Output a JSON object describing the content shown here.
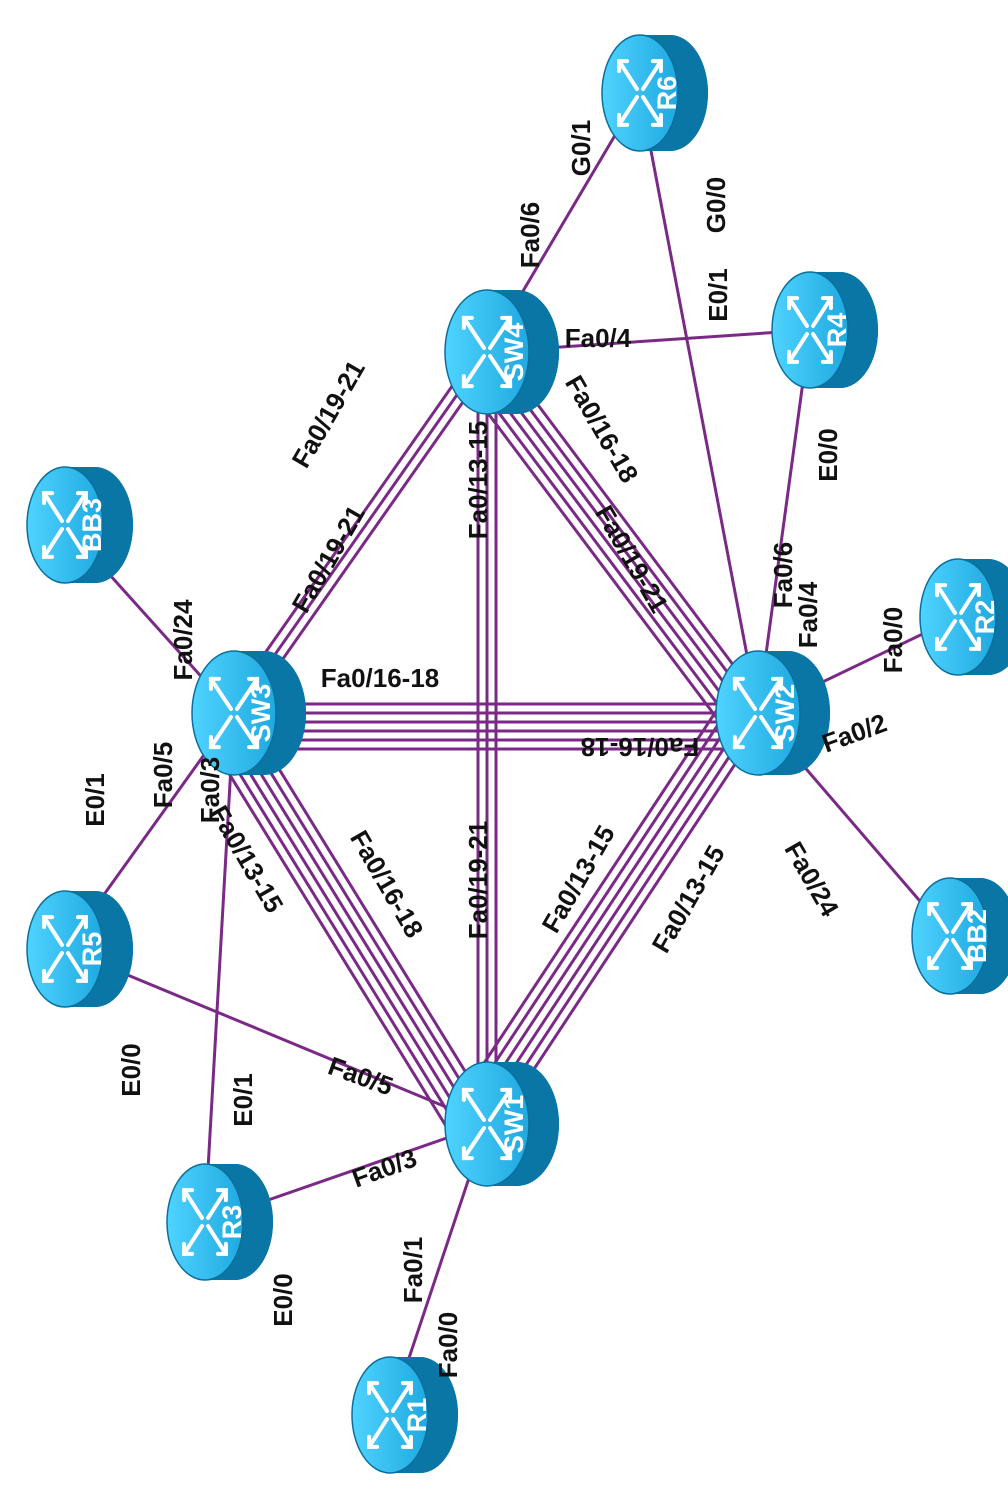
{
  "colors": {
    "link": "#7a2a86",
    "device_top": "#33c2f2",
    "device_side": "#0a76a6",
    "label": "#111111"
  },
  "devices": [
    {
      "id": "R6",
      "name": "R6",
      "icon": "router-icon"
    },
    {
      "id": "R4",
      "name": "R4",
      "icon": "router-icon"
    },
    {
      "id": "SW4",
      "name": "SW4",
      "icon": "switch-icon"
    },
    {
      "id": "BB3",
      "name": "BB3",
      "icon": "router-icon"
    },
    {
      "id": "R2",
      "name": "R2",
      "icon": "router-icon"
    },
    {
      "id": "SW3",
      "name": "SW3",
      "icon": "switch-icon"
    },
    {
      "id": "SW2",
      "name": "SW2",
      "icon": "switch-icon"
    },
    {
      "id": "BB2",
      "name": "BB2",
      "icon": "router-icon"
    },
    {
      "id": "R5",
      "name": "R5",
      "icon": "router-icon"
    },
    {
      "id": "SW1",
      "name": "SW1",
      "icon": "switch-icon"
    },
    {
      "id": "R3",
      "name": "R3",
      "icon": "router-icon"
    },
    {
      "id": "R1",
      "name": "R1",
      "icon": "router-icon"
    }
  ],
  "links": [
    {
      "a": "SW4",
      "b": "R6",
      "count": 1
    },
    {
      "a": "R6",
      "b": "SW2",
      "count": 1
    },
    {
      "a": "SW4",
      "b": "R4",
      "count": 1
    },
    {
      "a": "R4",
      "b": "SW2",
      "count": 1
    },
    {
      "a": "SW3",
      "b": "SW4",
      "count": 3
    },
    {
      "a": "SW4",
      "b": "SW1",
      "count": 3
    },
    {
      "a": "SW4",
      "b": "SW2",
      "count": 3
    },
    {
      "a": "SW4",
      "b": "SW2",
      "count": 3
    },
    {
      "a": "SW3",
      "b": "BB3",
      "count": 1
    },
    {
      "a": "SW3",
      "b": "SW2",
      "count": 3
    },
    {
      "a": "SW3",
      "b": "SW2",
      "count": 3
    },
    {
      "a": "SW2",
      "b": "R2",
      "count": 1
    },
    {
      "a": "SW2",
      "b": "BB2",
      "count": 1
    },
    {
      "a": "SW2",
      "b": "SW1",
      "count": 3
    },
    {
      "a": "SW2",
      "b": "SW1",
      "count": 3
    },
    {
      "a": "SW3",
      "b": "R5",
      "count": 1
    },
    {
      "a": "SW3",
      "b": "SW1",
      "count": 3
    },
    {
      "a": "SW3",
      "b": "SW1",
      "count": 3
    },
    {
      "a": "SW3",
      "b": "R3",
      "count": 1
    },
    {
      "a": "R5",
      "b": "SW1",
      "count": 1
    },
    {
      "a": "R3",
      "b": "SW1",
      "count": 1
    },
    {
      "a": "SW1",
      "b": "R1",
      "count": 1
    }
  ],
  "labels": [
    "G0/1",
    "G0/0",
    "Fa0/6",
    "E0/1",
    "Fa0/4",
    "Fa0/19-21",
    "Fa0/16-18",
    "Fa0/13-15",
    "E0/0",
    "Fa0/19-21",
    "Fa0/19-21",
    "Fa0/6",
    "Fa0/4",
    "Fa0/0",
    "Fa0/24",
    "Fa0/16-18",
    "Fa0/2",
    "Fa0/16-18",
    "Fa0/5",
    "E0/1",
    "Fa0/3",
    "Fa0/13-15",
    "Fa0/16-18",
    "Fa0/19-21",
    "Fa0/13-15",
    "Fa0/13-15",
    "Fa0/24",
    "Fa0/5",
    "E0/0",
    "E0/1",
    "Fa0/3",
    "E0/0",
    "Fa0/1",
    "Fa0/0"
  ]
}
